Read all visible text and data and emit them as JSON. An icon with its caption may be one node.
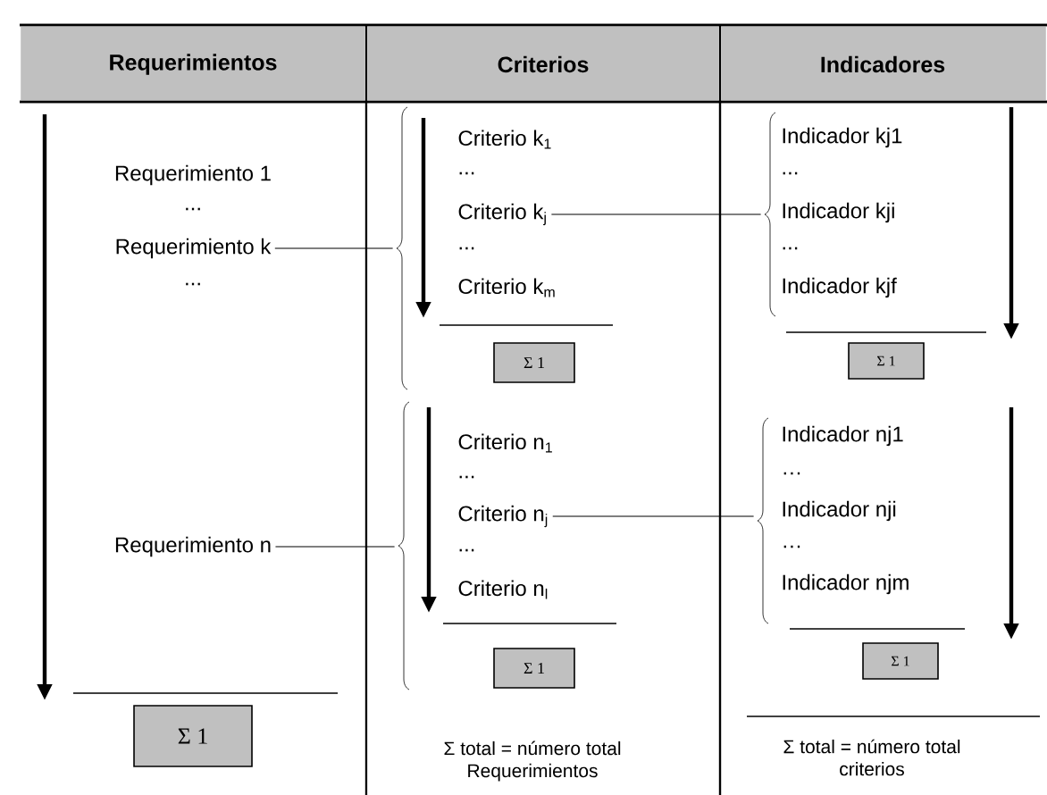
{
  "diagram": {
    "nodes": [
      {
        "text": [
          "Requerimientos"
        ]
      },
      {
        "text": [
          "Criterios"
        ]
      },
      {
        "text": [
          "Indicadores"
        ]
      },
      {
        "text": [
          "Requerimiento 1"
        ]
      },
      {
        "text": [
          "Requerimiento k"
        ]
      },
      {
        "text": [],
        "shape": "brace"
      },
      {
        "text": [
          "Criterio k$_{1}$"
        ]
      },
      {
        "text": [
          "Criterio k$_{j}$"
        ]
      },
      {
        "text": [
          "Criterio k$_{m}$"
        ]
      },
      {
        "text": [],
        "shape": "brace"
      },
      {
        "text": [
          "Indicador kj1"
        ]
      },
      {
        "text": [
          "Indicador kji"
        ]
      },
      {
        "text": [
          "Indicador kjf"
        ]
      },
      {
        "text": [
          "Σ 1"
        ]
      },
      {
        "text": [
          "Σ 1"
        ]
      },
      {
        "text": [
          "Requerimiento n"
        ]
      },
      {
        "text": [],
        "shape": "brace"
      },
      {
        "text": [
          "Criterio n$_{1}$"
        ]
      },
      {
        "text": [
          "Criterio n$_{j}$"
        ]
      },
      {
        "text": [
          "Criterio n$_{l}$"
        ]
      },
      {
        "text": [],
        "shape": "brace"
      },
      {
        "text": [
          "Indicador nj1"
        ]
      },
      {
        "text": [
          "Indicador nji"
        ]
      },
      {
        "text": [
          "Indicador njm"
        ]
      },
      {
        "text": [
          "Σ 1"
        ]
      },
      {
        "text": [
          "Σ 1"
        ]
      },
      {
        "text": [
          "Σ 1"
        ]
      }
    ],
    "edges": [
      {
        "from": 4,
        "to": 5,
        "arrow": "none"
      },
      {
        "from": 7,
        "to": 9,
        "arrow": "none"
      },
      {
        "from": 15,
        "to": 16,
        "arrow": "none"
      },
      {
        "from": 18,
        "to": 20,
        "arrow": "none"
      }
    ],
    "labels": [
      "...",
      "...",
      "...",
      "...",
      "...",
      "...",
      "...",
      "...",
      "…",
      "…",
      "Σ total = número total Requerimientos",
      "Σ total = número total criterios"
    ]
  }
}
